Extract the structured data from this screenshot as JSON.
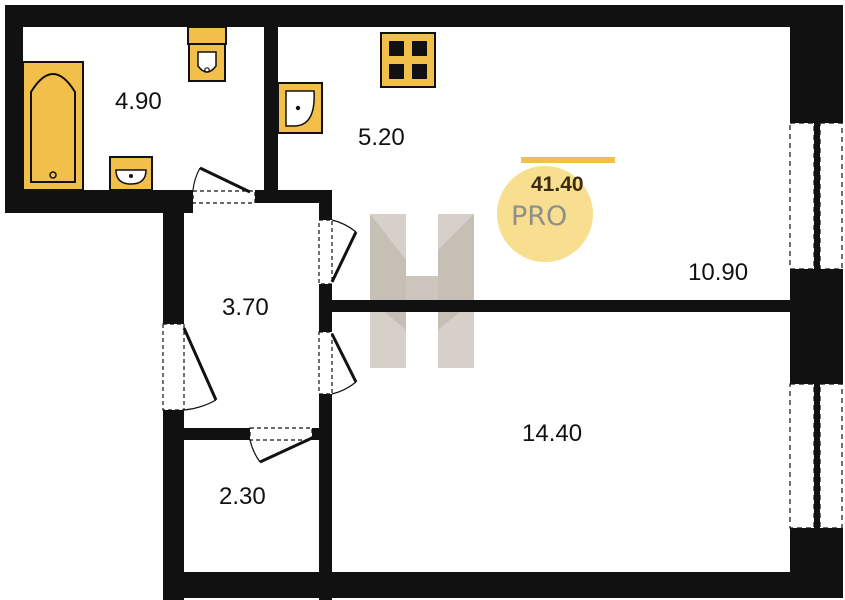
{
  "rooms": {
    "bathroom": "4.90",
    "kitchen": "5.20",
    "living_room": "10.90",
    "hallway": "3.70",
    "bedroom": "14.40",
    "storage": "2.30"
  },
  "badge": {
    "total_area": "41.40",
    "label": "PRO"
  },
  "colors": {
    "wall": "#111111",
    "fixture": "#f2c04a",
    "badge_circle": "#f7df8f",
    "badge_bar": "#f2c04a",
    "watermark": "#b6ada3"
  }
}
